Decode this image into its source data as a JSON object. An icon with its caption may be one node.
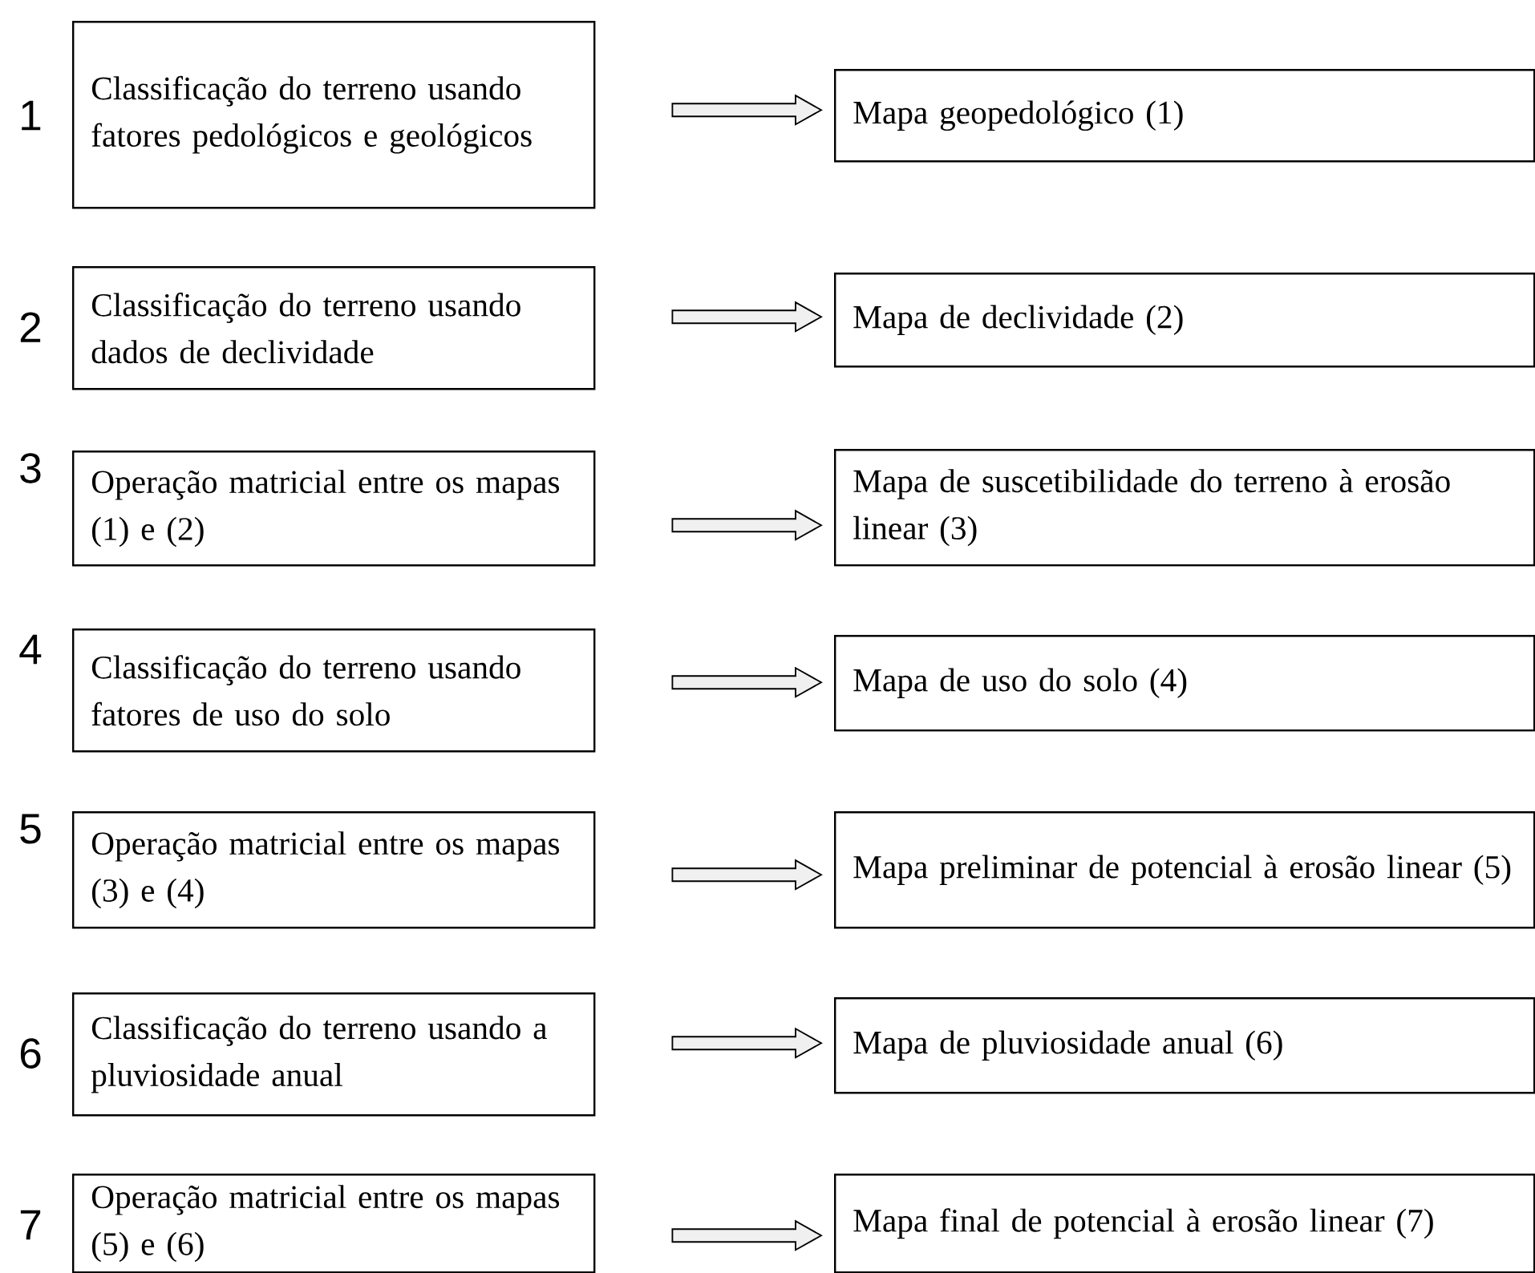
{
  "diagram": {
    "nodes": [
      {
        "text": [
          "Classificação do terreno usando fatores pedológicos e geológicos"
        ],
        "beside": [
          "1"
        ]
      },
      {
        "text": [
          "Mapa geopedológico (1)"
        ]
      },
      {
        "text": [
          "Classificação do terreno usando dados de declividade"
        ],
        "beside": [
          "2"
        ]
      },
      {
        "text": [
          "Mapa de declividade (2)"
        ]
      },
      {
        "text": [
          "Operação matricial entre os mapas (1) e (2)"
        ],
        "beside": [
          "3"
        ]
      },
      {
        "text": [
          "Mapa de suscetibilidade do terreno à erosão linear (3)"
        ]
      },
      {
        "text": [
          "Classificação do terreno usando fatores de uso do solo"
        ],
        "beside": [
          "4"
        ]
      },
      {
        "text": [
          "Mapa de uso do solo (4)"
        ]
      },
      {
        "text": [
          "Operação matricial entre os mapas (3) e (4)"
        ],
        "beside": [
          "5"
        ]
      },
      {
        "text": [
          "Mapa preliminar de potencial à erosão linear  (5)"
        ]
      },
      {
        "text": [
          "Classificação do terreno usando a pluviosidade anual"
        ],
        "beside": [
          "6"
        ]
      },
      {
        "text": [
          "Mapa de pluviosidade anual (6)"
        ]
      },
      {
        "text": [
          "Operação matricial entre os mapas (5) e (6)"
        ],
        "beside": [
          "7"
        ]
      },
      {
        "text": [
          "Mapa final de potencial à erosão linear (7)"
        ]
      }
    ],
    "edges": [
      {
        "from": 0,
        "to": 1,
        "arrow": "to"
      },
      {
        "from": 2,
        "to": 3,
        "arrow": "to"
      },
      {
        "from": 4,
        "to": 5,
        "arrow": "to"
      },
      {
        "from": 6,
        "to": 7,
        "arrow": "to"
      },
      {
        "from": 8,
        "to": 9,
        "arrow": "to"
      },
      {
        "from": 10,
        "to": 11,
        "arrow": "to"
      },
      {
        "from": 12,
        "to": 13,
        "arrow": "to"
      }
    ]
  }
}
